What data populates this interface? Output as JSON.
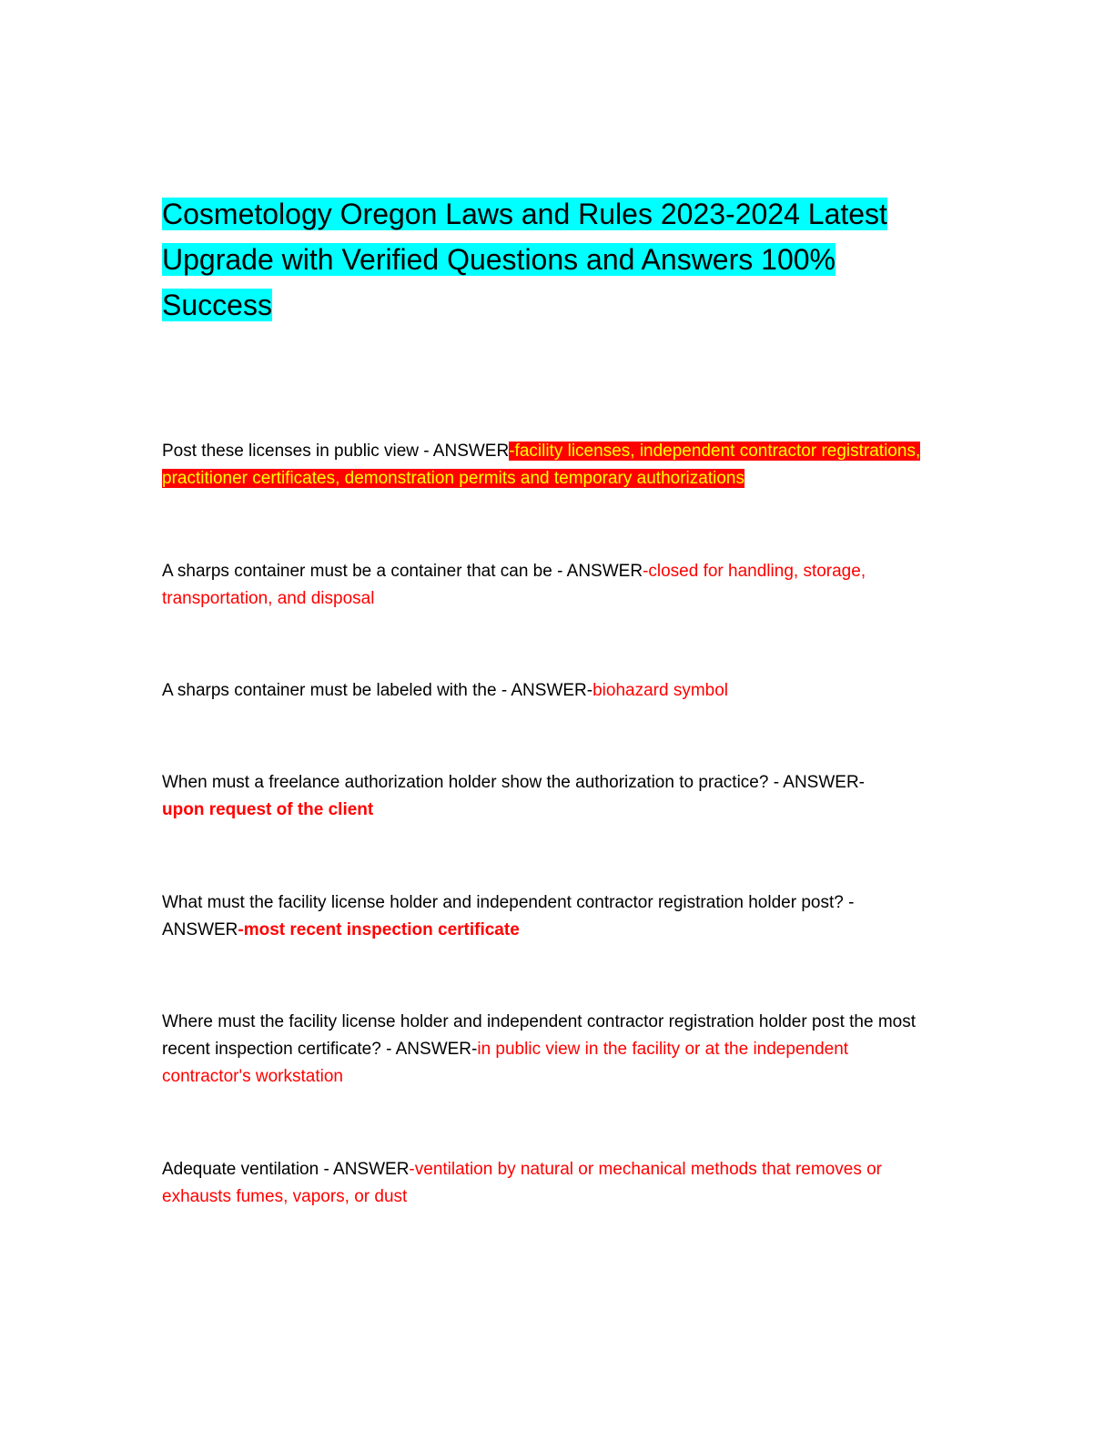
{
  "document": {
    "title": "Cosmetology Oregon Laws and Rules 2023-2024 Latest Upgrade with Verified Questions and Answers 100% Success",
    "items": [
      {
        "question": "Post these licenses in public view - ANSWER",
        "answer": "-facility licenses, independent contractor registrations, practitioner certificates, demonstration permits and temporary authorizations"
      },
      {
        "question": "A sharps container must be a container that can be - ANSWER",
        "answer": "-closed for handling, storage, transportation, and disposal"
      },
      {
        "question": "A sharps container must be labeled with the - ANSWER-",
        "answer": "biohazard symbol"
      },
      {
        "question": "When must a freelance authorization holder show the authorization to practice? - ANSWER-",
        "answer": "upon request of the client"
      },
      {
        "question": "What must the facility license holder and independent contractor registration holder post? - ANSWER",
        "answer": "-most recent inspection certificate"
      },
      {
        "question": "Where must the facility license holder and independent contractor registration holder post the most recent inspection certificate? - ANSWER-",
        "answer": "in public view in the facility or at the independent contractor's workstation"
      },
      {
        "question": "Adequate ventilation - ANSWER",
        "answer": "-ventilation by natural or mechanical methods that removes or exhausts fumes, vapors, or dust"
      }
    ]
  },
  "colors": {
    "title_highlight": "#00ffff",
    "answer_text": "#ff0000",
    "answer_highlight_bg": "#ff0000",
    "answer_highlight_text": "#ffff00"
  }
}
